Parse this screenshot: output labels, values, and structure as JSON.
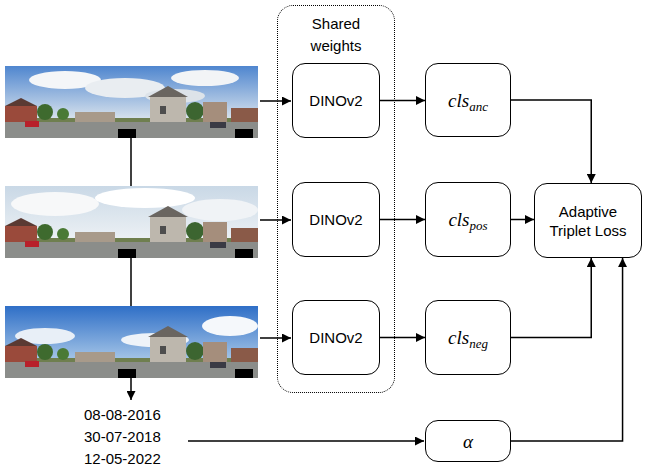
{
  "diagram": {
    "nodes": [
      {
        "text": [
          "Shared weights"
        ]
      },
      {
        "text": [
          "DINOv2"
        ],
        "in": 0
      },
      {
        "text": [
          "DINOv2"
        ],
        "in": 0
      },
      {
        "text": [
          "DINOv2"
        ],
        "in": 0
      },
      {
        "text": [
          "cls",
          "anc"
        ]
      },
      {
        "text": [
          "cls",
          "pos"
        ]
      },
      {
        "text": [
          "cls",
          "neg"
        ]
      },
      {
        "text": [
          "Adaptive Triplet Loss"
        ]
      },
      {
        "text": [
          "α"
        ]
      }
    ],
    "edges": [
      {
        "from": 1,
        "to": 4,
        "arrow": "to"
      },
      {
        "from": 2,
        "to": 5,
        "arrow": "to"
      },
      {
        "from": 3,
        "to": 6,
        "arrow": "to"
      },
      {
        "from": 4,
        "to": 7,
        "arrow": "to"
      },
      {
        "from": 5,
        "to": 7,
        "arrow": "to"
      },
      {
        "from": 6,
        "to": 7,
        "arrow": "to"
      },
      {
        "from": 8,
        "to": 7,
        "arrow": "to"
      }
    ],
    "labels": [
      "08-08-2016",
      "30-07-2018",
      "12-05-2022"
    ]
  }
}
